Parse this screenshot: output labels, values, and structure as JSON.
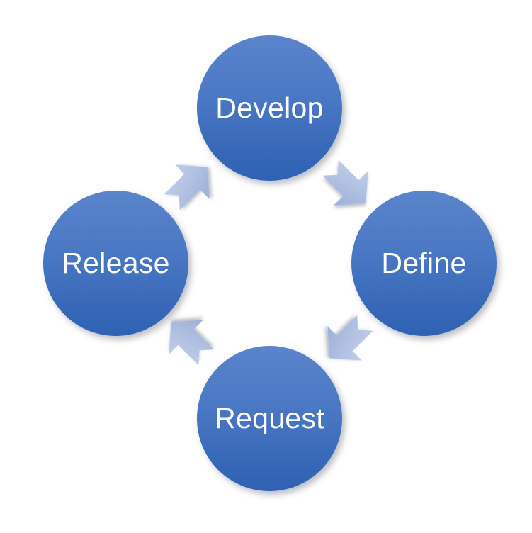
{
  "diagram": {
    "type": "cycle",
    "title": "",
    "direction": "clockwise",
    "background_color": "#ffffff",
    "node_color_top": "#5a84cb",
    "node_color_bottom": "#2f62b3",
    "node_text_color": "#ffffff",
    "arrow_color": "#b5c3e3",
    "nodes": [
      {
        "id": "develop",
        "label": "Develop",
        "position": "top"
      },
      {
        "id": "define",
        "label": "Define",
        "position": "right"
      },
      {
        "id": "request",
        "label": "Request",
        "position": "bottom"
      },
      {
        "id": "release",
        "label": "Release",
        "position": "left"
      }
    ],
    "arrows": [
      {
        "id": "develop-define",
        "from": "Develop",
        "to": "Define",
        "icon": "chevron-arrow-icon",
        "direction": "down-right"
      },
      {
        "id": "define-request",
        "from": "Define",
        "to": "Request",
        "icon": "chevron-arrow-icon",
        "direction": "down-left"
      },
      {
        "id": "request-release",
        "from": "Request",
        "to": "Release",
        "icon": "chevron-arrow-icon",
        "direction": "up-left"
      },
      {
        "id": "release-develop",
        "from": "Release",
        "to": "Develop",
        "icon": "chevron-arrow-icon",
        "direction": "up-right"
      }
    ]
  }
}
